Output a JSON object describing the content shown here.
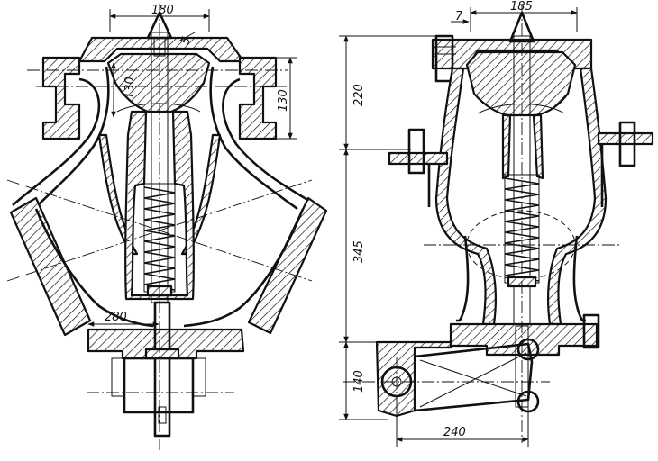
{
  "left_view": {
    "dimensions": {
      "top_width": "180",
      "flange_offset": "5",
      "left_height": "130",
      "right_height": "130",
      "base_width": "280"
    }
  },
  "right_view": {
    "dimensions": {
      "top_width": "185",
      "side_offset": "7",
      "upper_height": "220",
      "middle_height": "345",
      "lower_height": "140",
      "lever_length": "240"
    }
  }
}
